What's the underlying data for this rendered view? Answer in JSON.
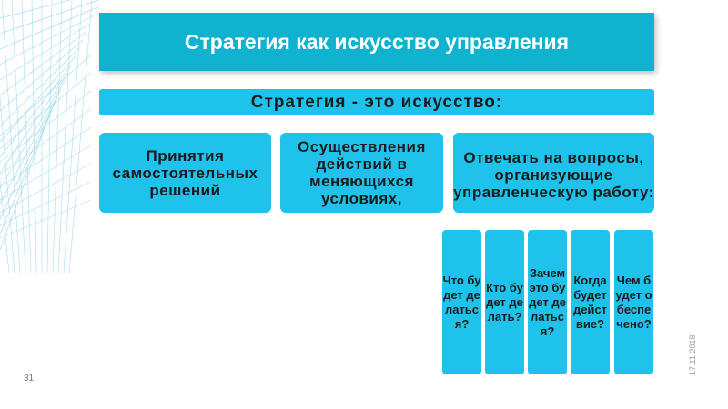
{
  "colors": {
    "banner": "#0fb3cf",
    "box": "#1fc2ea",
    "grid": "#8fd6e8"
  },
  "slide": {
    "title": "Стратегия как искусство управления",
    "subtitle": "Стратегия - это искусство:",
    "branches": [
      "Принятия самостоятельных решений",
      "Осуществления действий в меняющихся условиях,",
      "Отвечать на вопросы, организующие управленческую работу:"
    ],
    "questions": [
      "Что будет делаться?",
      "Кто будет делать?",
      "Зачем это будет делаться?",
      "Когда будет действие?",
      "Чем будет обеспечено?"
    ],
    "number": "31",
    "date": "17.11.2018"
  }
}
